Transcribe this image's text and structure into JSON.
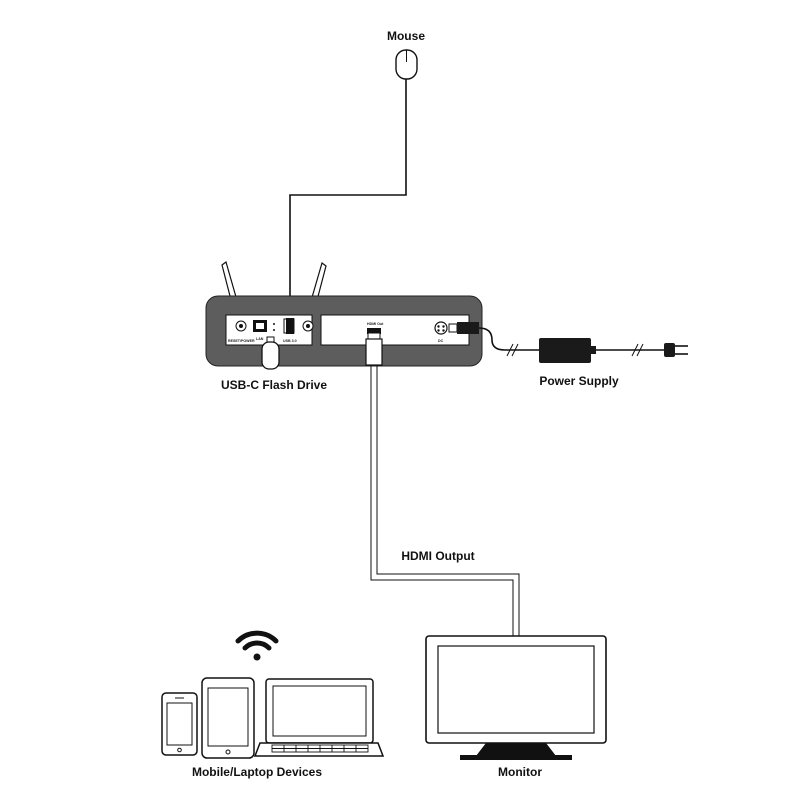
{
  "labels": {
    "mouse": "Mouse",
    "usb_c_flash_drive": "USB-C Flash Drive",
    "power_supply": "Power Supply",
    "hdmi_output": "HDMI Output",
    "mobile_laptop_devices": "Mobile/Laptop Devices",
    "monitor": "Monitor"
  },
  "device_ports": {
    "lan": "LAN",
    "usb": "USB 3.0",
    "hdmi_out": "HDMI Out",
    "dc": "DC",
    "reset": "RESET/POWER"
  },
  "icons": [
    "mouse-icon",
    "wifi-icon",
    "phone-icon",
    "tablet-icon",
    "laptop-icon",
    "monitor-icon",
    "power-adapter-icon",
    "plug-icon",
    "antenna-icon",
    "usb-flash-drive-icon"
  ]
}
